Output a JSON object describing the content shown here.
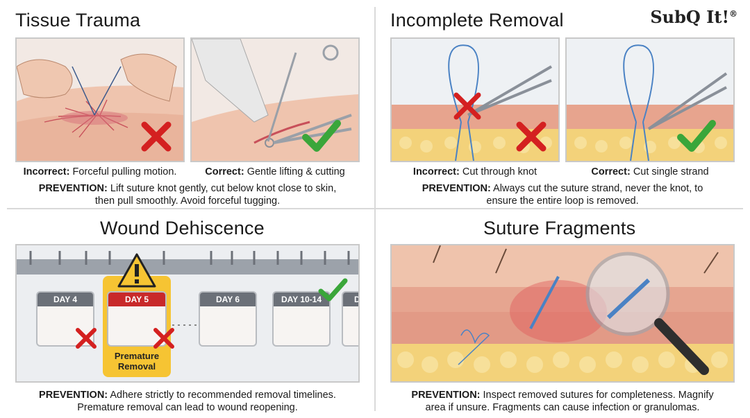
{
  "logo": {
    "text": "SubQ It!",
    "mark": "®"
  },
  "tissue": {
    "title": "Tissue Trauma",
    "left": {
      "label": "Incorrect:",
      "text": "Forceful pulling motion."
    },
    "right": {
      "label": "Correct:",
      "text": "Gentle lifting & cutting"
    },
    "prevention": {
      "label": "PREVENTION:",
      "line1": "Lift suture knot gently, cut below knot close to skin,",
      "line2": "then pull smoothly. Avoid forceful tugging."
    }
  },
  "incomplete": {
    "title": "Incomplete Removal",
    "left": {
      "label": "Incorrect:",
      "text": "Cut through knot"
    },
    "right": {
      "label": "Correct:",
      "text": "Cut single strand"
    },
    "prevention": {
      "label": "PREVENTION:",
      "line1": "Always cut the suture strand, never the knot, to",
      "line2": "ensure the entire loop is removed."
    }
  },
  "dehiscence": {
    "title": "Wound Dehiscence",
    "days": [
      "DAY 4",
      "DAY 5",
      "DAY 6",
      "DAY 10-14",
      "D"
    ],
    "badge": {
      "line1": "Premature",
      "line2": "Removal"
    },
    "prevention": {
      "label": "PREVENTION:",
      "line1": "Adhere strictly to recommended removal timelines.",
      "line2": "Premature removal can lead to wound reopening."
    }
  },
  "fragments": {
    "title": "Suture Fragments",
    "prevention": {
      "label": "PREVENTION:",
      "line1": "Inspect removed sutures for completeness. Magnify",
      "line2": "area if unsure. Fragments can cause infection or granulomas."
    }
  },
  "colors": {
    "incorrect": "#d42020",
    "correct": "#3aa63a",
    "warning": "#f6c433",
    "day_header": "#6b7078",
    "day_highlight": "#c8292a"
  }
}
